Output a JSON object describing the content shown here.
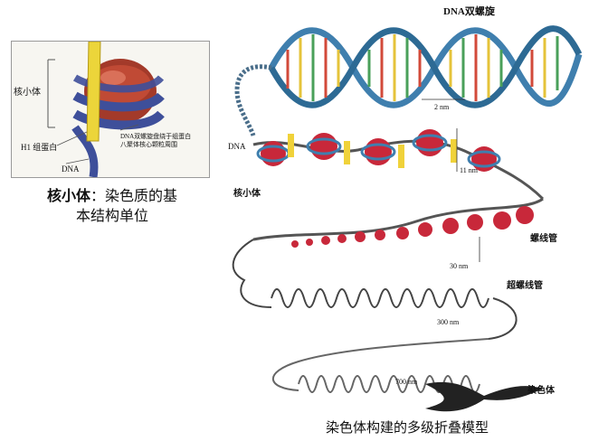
{
  "inset": {
    "label_nucleosome": "核小体",
    "label_h1": "H1 组蛋白",
    "label_dna": "DNA",
    "label_wrap": "DNA双螺旋盘绕于组蛋白",
    "label_wrap2": "八聚体核心颗粒周围"
  },
  "caption_left": {
    "bold": "核小体",
    "line1": "：染色质的基",
    "line2": "本结构单位"
  },
  "main": {
    "dna_helix": "DNA双螺旋",
    "width_2nm": "2 nm",
    "dna": "DNA",
    "width_11nm": "11 nm",
    "nucleosome": "核小体",
    "solenoid": "螺线管",
    "width_30nm": "30 nm",
    "supersolenoid": "超螺线管",
    "width_300nm": "300 nm",
    "width_700nm": "700 nm",
    "chromosome": "染色体"
  },
  "caption_bottom": "染色体构建的多级折叠模型",
  "colors": {
    "helix_blue": "#3f7fae",
    "histone_red": "#c8283a",
    "h1_yellow": "#f0d23a",
    "coil_gray": "#555555"
  }
}
